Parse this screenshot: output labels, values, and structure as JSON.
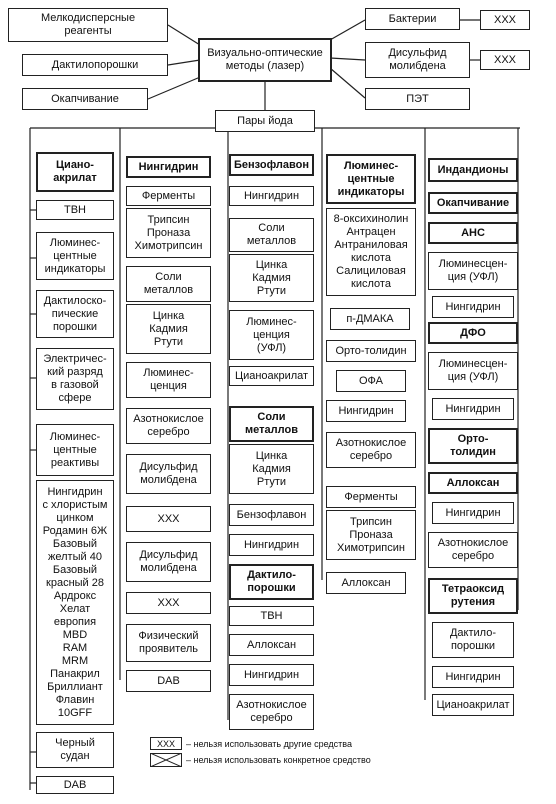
{
  "top": {
    "left": [
      "Мелкодисперсные\nреагенты",
      "Дактилопорошки",
      "Окапчивание"
    ],
    "center": "Визуально-оптические\nметоды (лазер)",
    "right": {
      "bacteria": "Бактерии",
      "disulfide": "Дисульфид\nмолибдена",
      "pet": "ПЭТ",
      "xxx": "XXX"
    },
    "iodine": "Пары йода"
  },
  "columns": {
    "cyano": {
      "header": "Циано-\nакрилат",
      "items": [
        "ТВН",
        "Люминес-\nцентные\nиндикаторы",
        "Дактилоско-\nпические\nпорошки",
        "Электричес-\nкий разряд\nв газовой\nсфере",
        "Люминес-\nцентные\nреактивы",
        "Нингидрин\nс хлористым\nцинком\nРодамин 6Ж\nБазовый\nжелтый 40\nБазовый\nкрасный 28\nАрдрокс\nХелат\nевропия\nMBD\nRAM\nMRM\nПанакрил\nБриллиант\nФлавин\n10GFF",
        "Черный\nсудан",
        "DAB"
      ]
    },
    "ninhydrin": {
      "header": "Нингидрин",
      "items": [
        "Ферменты",
        "Трипсин\nПроназа\nХимотрипсин",
        "Соли\nметаллов",
        "Цинка\nКадмия\nРтути",
        "Люминес-\nценция",
        "Азотнокислое\nсеребро",
        "Дисульфид\nмолибдена",
        "XXX",
        "Дисульфид\nмолибдена",
        "XXX",
        "Физический\nпроявитель",
        "DAB"
      ]
    },
    "benzo": {
      "header": "Бензофлавон",
      "items": [
        "Нингидрин",
        "Соли\nметаллов",
        "Цинка\nКадмия\nРтути",
        "Люминес-\nценция\n(УФЛ)",
        "Цианоакрилат"
      ],
      "salts_header": "Соли\nметаллов",
      "salts_items": [
        "Цинка\nКадмия\nРтути",
        "Бензофлавон",
        "Нингидрин"
      ],
      "dactylo_header": "Дактило-\nпорошки",
      "dactylo_items": [
        "ТВН",
        "Аллоксан",
        "Нингидрин",
        "Азотнокислое\nсеребро"
      ]
    },
    "lum": {
      "header": "Люминес-\nцентные\nиндикаторы",
      "items": [
        "8-оксихинолин\nАнтрацен\nАнтраниловая\nкислота\nСалициловая\nкислота",
        "п-ДМАКА",
        "Орто-толидин",
        "ОФА",
        "Нингидрин",
        "Азотнокислое\nсеребро",
        "Ферменты",
        "Трипсин\nПроназа\nХимотрипсин",
        "Аллоксан"
      ]
    },
    "ind": {
      "header": "Индандионы",
      "items": [
        "Окапчивание",
        "АНС",
        "Люминесцен-\nция (УФЛ)",
        "Нингидрин",
        "ДФО",
        "Люминесцен-\nция (УФЛ)",
        "Нингидрин",
        "Орто-\nтолидин",
        "Аллоксан",
        "Нингидрин",
        "Азотнокислое\nсеребро",
        "Тетраоксид\nрутения",
        "Дактило-\nпорошки",
        "Нингидрин",
        "Цианоакрилат"
      ]
    }
  },
  "legend": {
    "xxx_label": "XXX",
    "xxx_text": "– нельзя использовать другие средства",
    "cross_text": "– нельзя использовать конкретное средство"
  }
}
